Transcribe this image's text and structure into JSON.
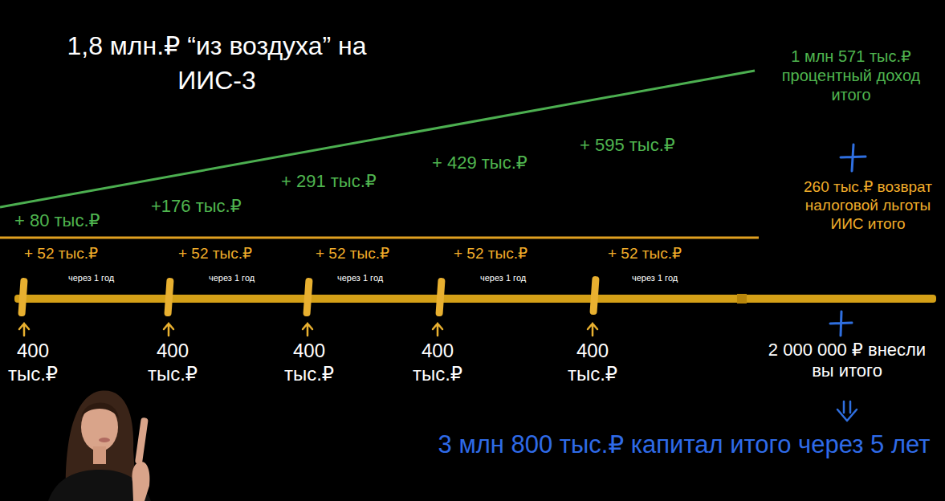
{
  "diagram": {
    "title": "1,8 млн.₽ “из воздуха” на ИИС-3",
    "labels": [
      "+ 80 тыс.₽",
      "+176 тыс.₽",
      "+ 291 тыс.₽",
      "+ 429 тыс.₽",
      "+ 595 тыс.₽",
      "1 млн 571 тыс.₽ процентный доход итого",
      "260 тыс.₽ возврат налоговой льготы ИИС итого",
      "+ 52 тыс.₽",
      "+ 52 тыс.₽",
      "+ 52 тыс.₽",
      "+ 52 тыс.₽",
      "+ 52 тыс.₽",
      "через 1 год",
      "через 1 год",
      "через 1 год",
      "через 1 год",
      "через 1 год",
      "400 тыс.₽",
      "400 тыс.₽",
      "400 тыс.₽",
      "400 тыс.₽",
      "400 тыс.₽",
      "2 000 000 ₽ внесли вы итого",
      "3 млн 800 тыс.₽ капитал итого через 5 лет"
    ]
  }
}
